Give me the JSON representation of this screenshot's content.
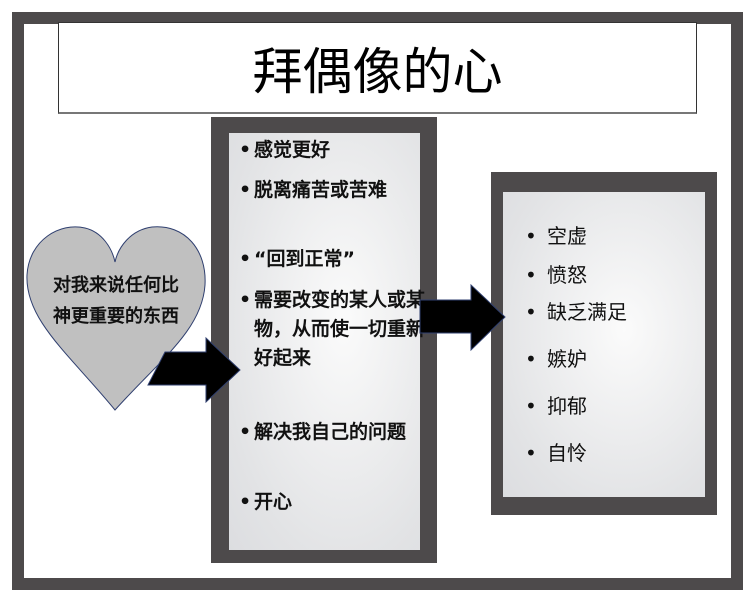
{
  "title": "拜偶像的心",
  "heart": {
    "text": "对我来说任何比神更重要的东西"
  },
  "middle": {
    "items": [
      "感觉更好",
      "脱离痛苦或苦难",
      "“回到正常”",
      "需要改变的某人或某物，从而使一切重新好起来",
      "解决我自己的问题",
      "开心"
    ]
  },
  "right": {
    "items": [
      "空虚",
      "愤怒",
      "缺乏满足",
      "嫉妒",
      "抑郁",
      "自怜"
    ]
  },
  "bullet": "•",
  "colors": {
    "frame": "#4d4a4b",
    "heart": "#c0c0c0",
    "arrow": "#000000"
  }
}
